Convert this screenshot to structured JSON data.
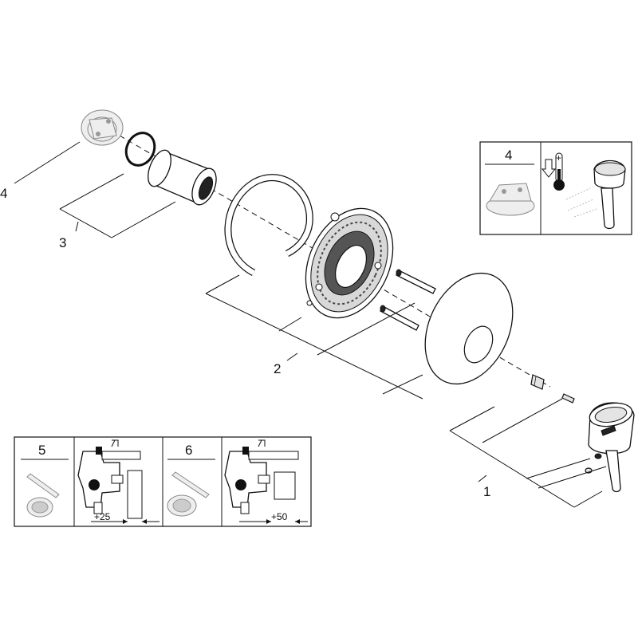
{
  "callouts": {
    "item_1": "1",
    "item_2": "2",
    "item_3": "3",
    "item_4": "4"
  },
  "info_box_4": {
    "number": "4",
    "thermo_sign": "+"
  },
  "info_box_5": {
    "number": "5",
    "dimension": "+25"
  },
  "info_box_6": {
    "number": "6",
    "dimension": "+50"
  },
  "icons": [
    "cartridge-icon",
    "thermometer-icon",
    "arrow-down-icon",
    "lever-handle-icon",
    "valve-body-icon",
    "extension-rod-icon"
  ]
}
